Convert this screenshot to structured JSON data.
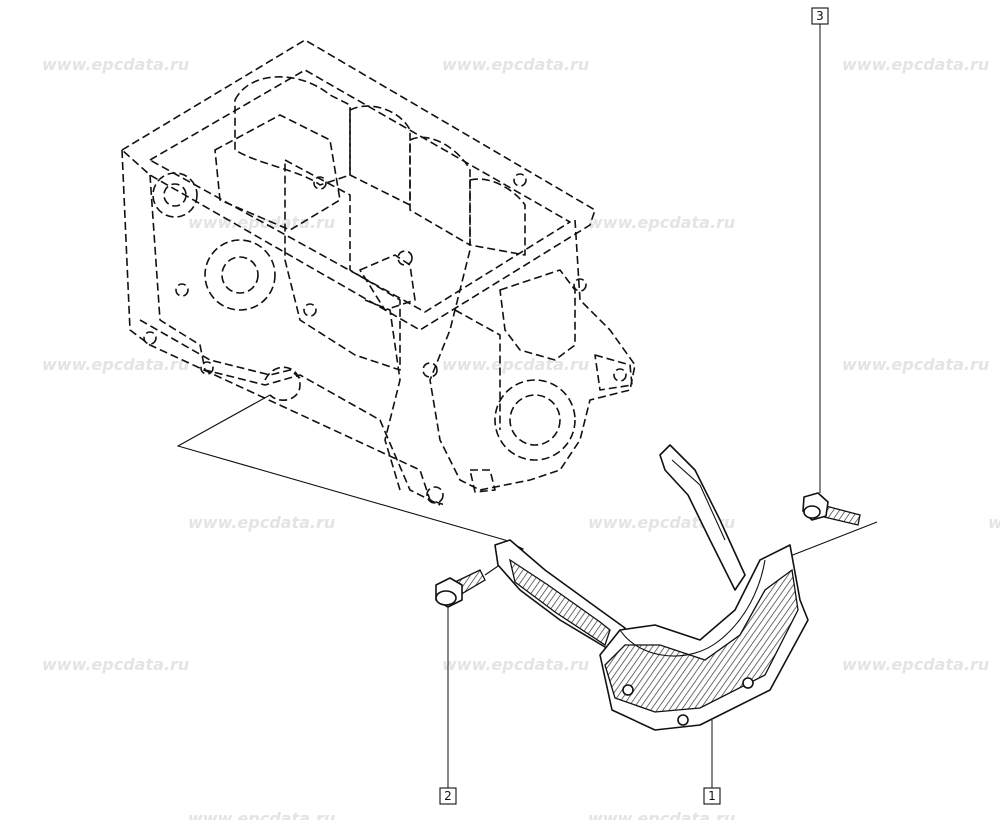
{
  "watermark": {
    "text": "www.epcdata.ru",
    "color": "#e4e4e4"
  },
  "callouts": [
    {
      "id": "callout-1",
      "label": "1",
      "part": "crankcase-reinforcement-bracket"
    },
    {
      "id": "callout-2",
      "label": "2",
      "part": "flange-bolt-left"
    },
    {
      "id": "callout-3",
      "label": "3",
      "part": "flange-bolt-right"
    }
  ]
}
